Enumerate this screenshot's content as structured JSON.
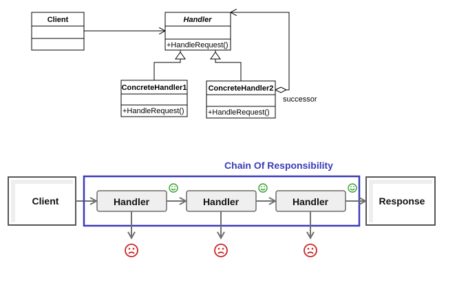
{
  "uml": {
    "client": {
      "name": "Client"
    },
    "handler": {
      "name": "Handler",
      "operation": "+HandleRequest()"
    },
    "concrete1": {
      "name": "ConcreteHandler1",
      "operation": "+HandleRequest()"
    },
    "concrete2": {
      "name": "ConcreteHandler2",
      "operation": "+HandleRequest()"
    },
    "successor_label": "successor"
  },
  "flow": {
    "title": "Chain Of Responsibility",
    "client": "Client",
    "handlers": [
      "Handler",
      "Handler",
      "Handler"
    ],
    "response": "Response"
  },
  "colors": {
    "chain_frame": "#3a3ab8",
    "happy": "#33a02c",
    "sad": "#cc2222"
  }
}
